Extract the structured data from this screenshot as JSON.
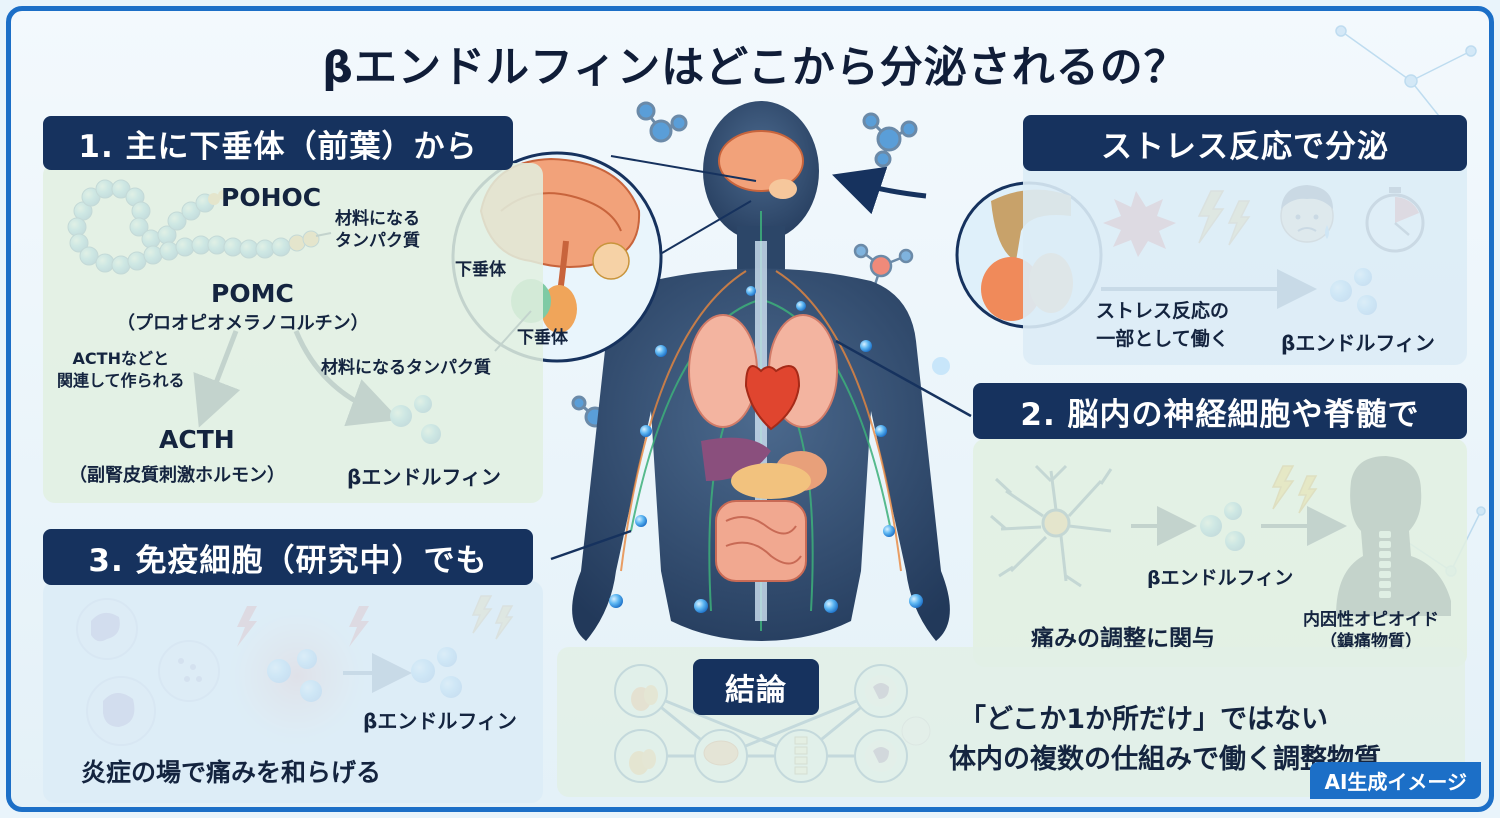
{
  "title": "βエンドルフィンはどこから分泌されるの？",
  "section1": {
    "heading": "1. 主に下垂体（前葉）から",
    "pohoc": "POHOC",
    "material_line1": "材料になる",
    "material_line2": "タンパク質",
    "pomc": "POMC",
    "pomc_full": "（プロオピオメラノコルチン）",
    "acth_note_line1": "ACTHなどと",
    "acth_note_line2": "関連して作られる",
    "material_protein": "材料になるタンパク質",
    "acth": "ACTH",
    "acth_full": "（副腎皮質刺激ホルモン）",
    "beta": "βエンドルフィン"
  },
  "zoom": {
    "label_left": "下垂体",
    "label_bottom": "下垂体"
  },
  "stress": {
    "heading": "ストレス反応で分泌",
    "desc_line1": "ストレス反応の",
    "desc_line2": "一部として働く",
    "beta": "βエンドルフィン"
  },
  "section2": {
    "heading": "2. 脳内の神経細胞や脊髄で",
    "beta": "βエンドルフィン",
    "pain": "痛みの調整に関与",
    "opioid_line1": "内因性オピオイド",
    "opioid_line2": "（鎮痛物質）"
  },
  "section3": {
    "heading": "3. 免疫細胞（研究中）でも",
    "beta": "βエンドルフィン",
    "caption": "炎症の場で痛みを和らげる"
  },
  "conclusion": {
    "heading": "結論",
    "line1": "「どこか1か所だけ」ではない",
    "line2": "体内の複数の仕組みで働く調整物質"
  },
  "badge": "AI生成イメージ",
  "colors": {
    "navy": "#16325e",
    "accent_blue": "#1c6fc7",
    "panel_green": "#e2f0e0",
    "brain_orange": "#f2a27a",
    "bead_blue": "#3a93e0"
  }
}
